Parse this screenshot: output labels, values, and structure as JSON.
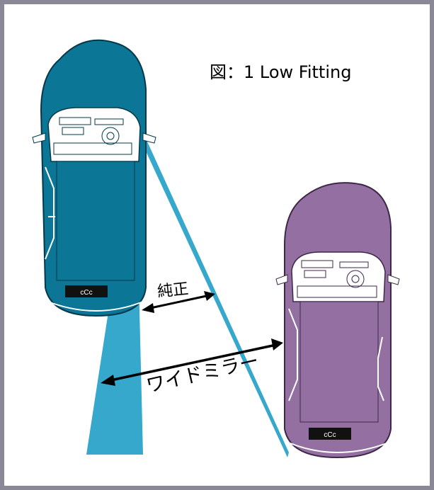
{
  "title": "図：1 Low Fitting",
  "labels": {
    "standard_mirror": "純正",
    "wide_mirror": "ワイドミラー"
  },
  "plates": {
    "blue_car": "cCc",
    "purple_car": "cCc"
  },
  "colors": {
    "frame": "#8a8796",
    "blue_car": "#0b7695",
    "purple_car": "#9370a1",
    "view_cone": "#35a8cc",
    "arrow": "#000000"
  }
}
